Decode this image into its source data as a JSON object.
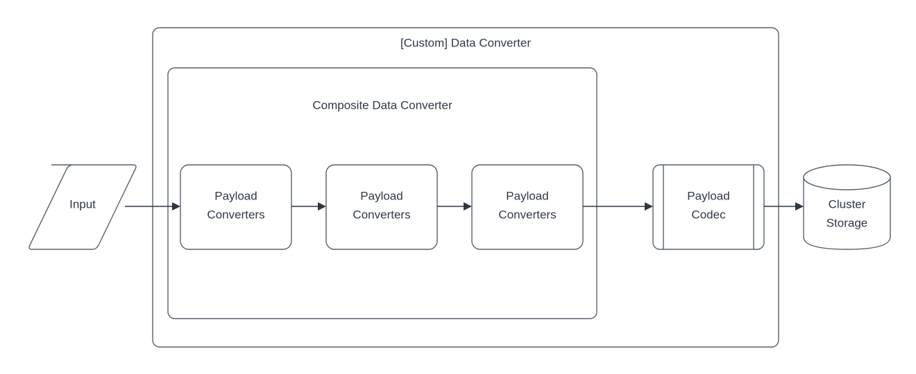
{
  "diagram": {
    "title": "[Custom] Data Converter",
    "background_color": "#ffffff",
    "stroke_color": "#56606e",
    "text_color": "#2f3847",
    "connector_color": "#2f3640",
    "containers": [
      {
        "id": "custom-data-converter",
        "label": "[Custom] Data Converter",
        "shape": "rounded-rectangle"
      },
      {
        "id": "composite-data-converter",
        "label": "Composite Data Converter",
        "shape": "rounded-rectangle"
      }
    ],
    "nodes": [
      {
        "id": "input",
        "label": "Input",
        "shape": "parallelogram"
      },
      {
        "id": "payload-converters-1",
        "label_line1": "Payload",
        "label_line2": "Converters",
        "shape": "rounded-rectangle"
      },
      {
        "id": "payload-converters-2",
        "label_line1": "Payload",
        "label_line2": "Converters",
        "shape": "rounded-rectangle"
      },
      {
        "id": "payload-converters-3",
        "label_line1": "Payload",
        "label_line2": "Converters",
        "shape": "rounded-rectangle"
      },
      {
        "id": "payload-codec",
        "label_line1": "Payload",
        "label_line2": "Codec",
        "shape": "process"
      },
      {
        "id": "cluster-storage",
        "label_line1": "Cluster",
        "label_line2": "Storage",
        "shape": "cylinder"
      }
    ],
    "edges": [
      {
        "from": "input",
        "to": "payload-converters-1"
      },
      {
        "from": "payload-converters-1",
        "to": "payload-converters-2"
      },
      {
        "from": "payload-converters-2",
        "to": "payload-converters-3"
      },
      {
        "from": "payload-converters-3",
        "to": "payload-codec"
      },
      {
        "from": "payload-codec",
        "to": "cluster-storage"
      }
    ]
  }
}
